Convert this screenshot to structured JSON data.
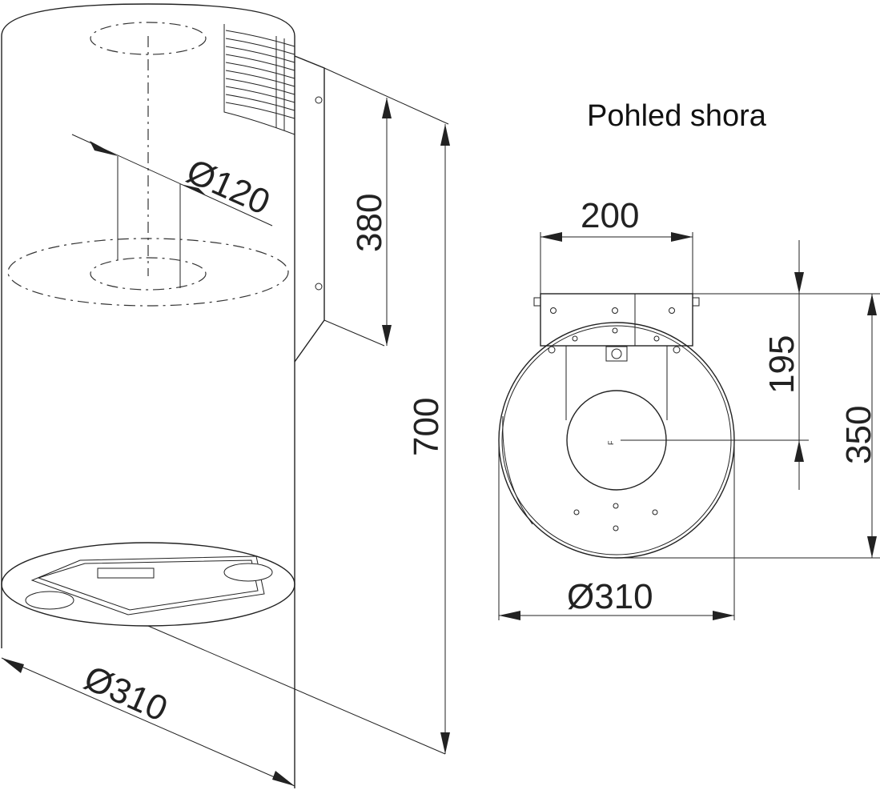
{
  "view_title": "Pohled shora",
  "side_view": {
    "duct_diameter": "Ø120",
    "mount_height": "380",
    "total_height": "700",
    "body_diameter": "Ø310"
  },
  "top_view": {
    "bracket_width": "200",
    "center_offset": "195",
    "total_depth": "350",
    "body_diameter": "Ø310",
    "center_mark": "F"
  }
}
